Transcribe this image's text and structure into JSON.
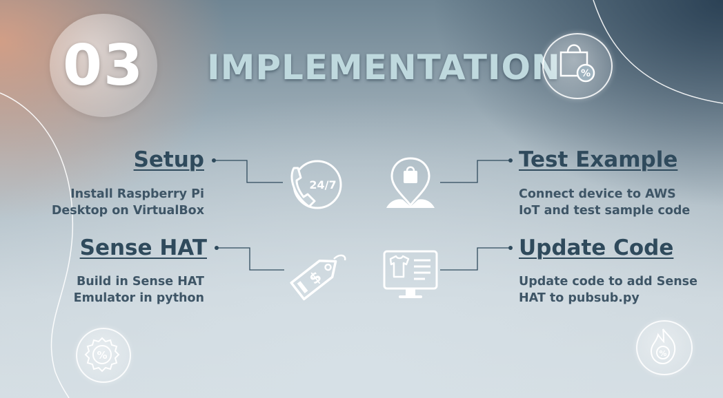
{
  "slide": {
    "number": "03",
    "title": "IMPLEMENTATION"
  },
  "items": [
    {
      "heading": "Setup",
      "desc_line1": "Install Raspberry Pi",
      "desc_line2": "Desktop on VirtualBox",
      "icon": "phone-24-7-icon"
    },
    {
      "heading": "Sense HAT",
      "desc_line1": "Build in Sense HAT",
      "desc_line2": "Emulator in python",
      "icon": "price-tag-dollar-icon"
    },
    {
      "heading": "Test Example",
      "desc_line1": "Connect device to AWS",
      "desc_line2": "IoT and test sample code",
      "icon": "location-bag-icon"
    },
    {
      "heading": "Update Code",
      "desc_line1": "Update code to add Sense",
      "desc_line2": "HAT to pubsub.py",
      "icon": "monitor-shirt-icon"
    }
  ],
  "icons": {
    "phone_badge_text": "24/7",
    "percent_symbol": "%",
    "dollar_symbol": "$"
  },
  "colors": {
    "heading": "#2f4a5c",
    "title": "#bfd9de",
    "icon_stroke": "#ffffff",
    "connector": "#2f4a5c"
  }
}
